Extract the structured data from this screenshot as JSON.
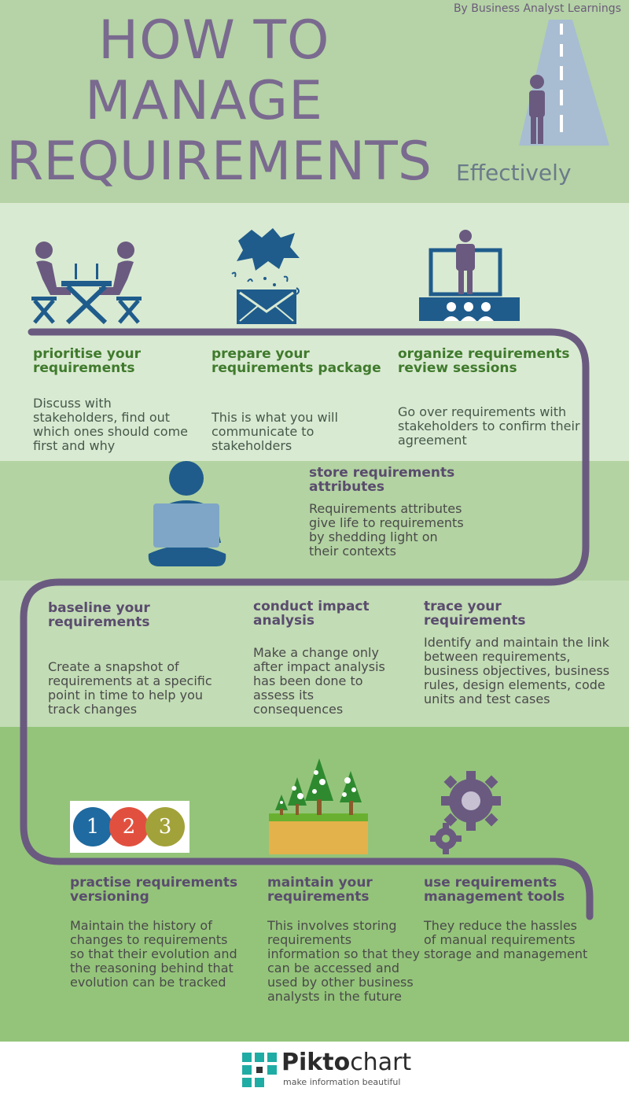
{
  "header": {
    "byline": "By Business Analyst Learnings",
    "title_lines": [
      "HOW TO",
      "MANAGE",
      "REQUIREMENTS"
    ],
    "subtitle": "Effectively"
  },
  "steps": [
    {
      "title": "prioritise your requirements",
      "text": "Discuss with stakeholders, find out which ones should come first and why",
      "icon": "meeting-icon"
    },
    {
      "title": "prepare your requirements package",
      "text": "This is what you will communicate to stakeholders",
      "icon": "envelope-icon"
    },
    {
      "title": "organize requirements review sessions",
      "text": "Go over requirements with stakeholders to confirm their agreement",
      "icon": "presentation-icon"
    },
    {
      "title": "store requirements attributes",
      "text": "Requirements attributes give life to requirements by shedding light on their contexts",
      "icon": "laptop-person-icon"
    },
    {
      "title": "baseline your requirements",
      "text": "Create a snapshot of requirements at a specific point in time to help you track changes"
    },
    {
      "title": "conduct impact analysis",
      "text": "Make a change only after impact analysis has been done to assess its consequences"
    },
    {
      "title": "trace your requirements",
      "text": "Identify and maintain the link between requirements, business objectives, business rules, design elements, code units and test cases"
    },
    {
      "title": "practise requirements versioning",
      "text": "Maintain the history of changes to requirements so that their evolution and the reasoning behind that evolution can be tracked",
      "icon": "numbers-icon",
      "numbers": [
        "1",
        "2",
        "3"
      ]
    },
    {
      "title": "maintain your requirements",
      "text": "This involves storing requirements information so that they can be accessed and used by other business analysts in the future",
      "icon": "trees-icon"
    },
    {
      "title": "use requirements management tools",
      "text": "They reduce the hassles of manual requirements storage and management",
      "icon": "gears-icon"
    }
  ],
  "footer": {
    "brand_a": "Pikto",
    "brand_b": "chart",
    "tagline": "make information beautiful"
  },
  "colors": {
    "band1": "#b5d3a6",
    "band2": "#d9ead2",
    "band3": "#b3d3a2",
    "band4": "#c2dcb5",
    "band5": "#94c47a",
    "path": "#6a5a80",
    "title": "#7a6a8f",
    "step_green": "#3f7a2c",
    "step_purple": "#5a4c6e",
    "icon_blue": "#1f5c8c",
    "num1": "#1f6aa0",
    "num2": "#e1503f",
    "num3": "#a2a23a"
  }
}
